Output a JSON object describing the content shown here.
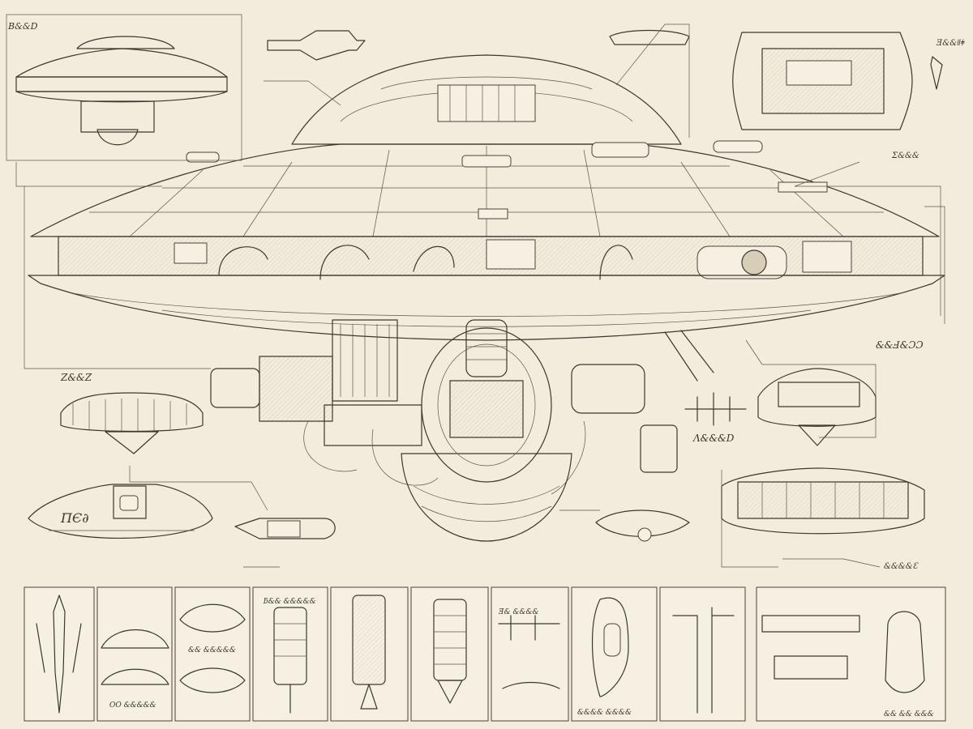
{
  "sheet": {
    "background": "#f3ecdc",
    "ink": "#3c372e"
  },
  "labels": {
    "top_left_code": "B&&D",
    "cutaway_left": "Ǝ&&ǁǂ",
    "nameplate": "ПЄ∂",
    "left_tag": "Z&&Z",
    "right_tag": "Ʌ&&&D",
    "right_mid_tag": "&&Ⅎ&ƆƆ",
    "bottom_right_tag": "&&&&Ɛ",
    "far_right_tag": "Ʃ&&&",
    "strip_1": "OO &&&&&",
    "strip_2": "&& &&&&&",
    "strip_3": "ƃ&& &&&&&",
    "strip_4": "Ǝ& &&&&",
    "strip_5": "&&&& &&&&",
    "strip_6": "&& && &&&"
  }
}
